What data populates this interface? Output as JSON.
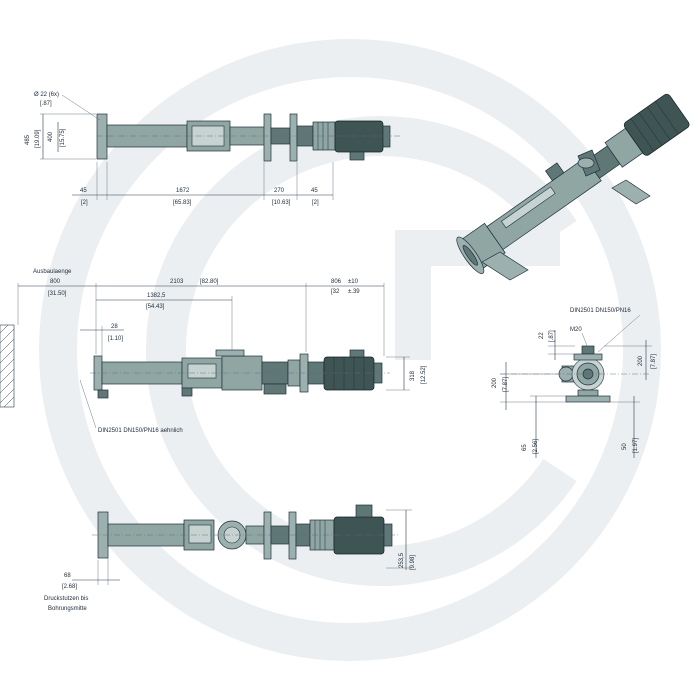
{
  "brand": {
    "watermark_color": "#e9ecee",
    "machine_color": "#8fa6a3",
    "motor_color": "#3f5553",
    "line_color": "#2a3a4a"
  },
  "view_top": {
    "hole_label": "Ø 22 (6x)",
    "hole_label_in": "[.87]",
    "h_485": "485",
    "h_485_in": "[19.09]",
    "h_400": "400",
    "h_400_in": "[15.75]",
    "d_45_left": "45",
    "d_45_left_in": "[2]",
    "d_1672": "1672",
    "d_1672_in": "[65.83]",
    "d_270": "270",
    "d_270_in": "[10.63]",
    "d_45_right": "45",
    "d_45_right_in": "[2]"
  },
  "view_side": {
    "install_length_label": "Ausbaulaenge",
    "d_800": "800",
    "d_800_in": "[31.50]",
    "d_2103": "2103",
    "d_2103_in": "[82.80]",
    "d_806": "806",
    "d_806_tol": "±10",
    "d_806_in": "[32",
    "d_806_tol_in": "±.39",
    "d_1382": "1382,5",
    "d_1382_in": "[54.43]",
    "d_28": "28",
    "d_28_in": "[1.10]",
    "h_318": "318",
    "h_318_in": "[12.52]",
    "flange_note": "DIN2501 DN150/PN16 aehnlich"
  },
  "view_end": {
    "flange_label": "DIN2501 DN150/PN16",
    "thread_label": "M20",
    "d_22": "22",
    "d_22_in": "[.87]",
    "h_200_left": "200",
    "h_200_left_in": "[7.87]",
    "h_200_right": "200",
    "h_200_right_in": "[7.87]",
    "h_65": "65",
    "h_65_in": "[2.56]",
    "h_50": "50",
    "h_50_in": "[1.97]"
  },
  "view_bottom": {
    "d_68": "68",
    "d_68_in": "[2.68]",
    "outlet_label_1": "Druckstutzen bis",
    "outlet_label_2": "Bohrungsmitte",
    "h_253": "253,5",
    "h_253_in": "[9.98]"
  }
}
